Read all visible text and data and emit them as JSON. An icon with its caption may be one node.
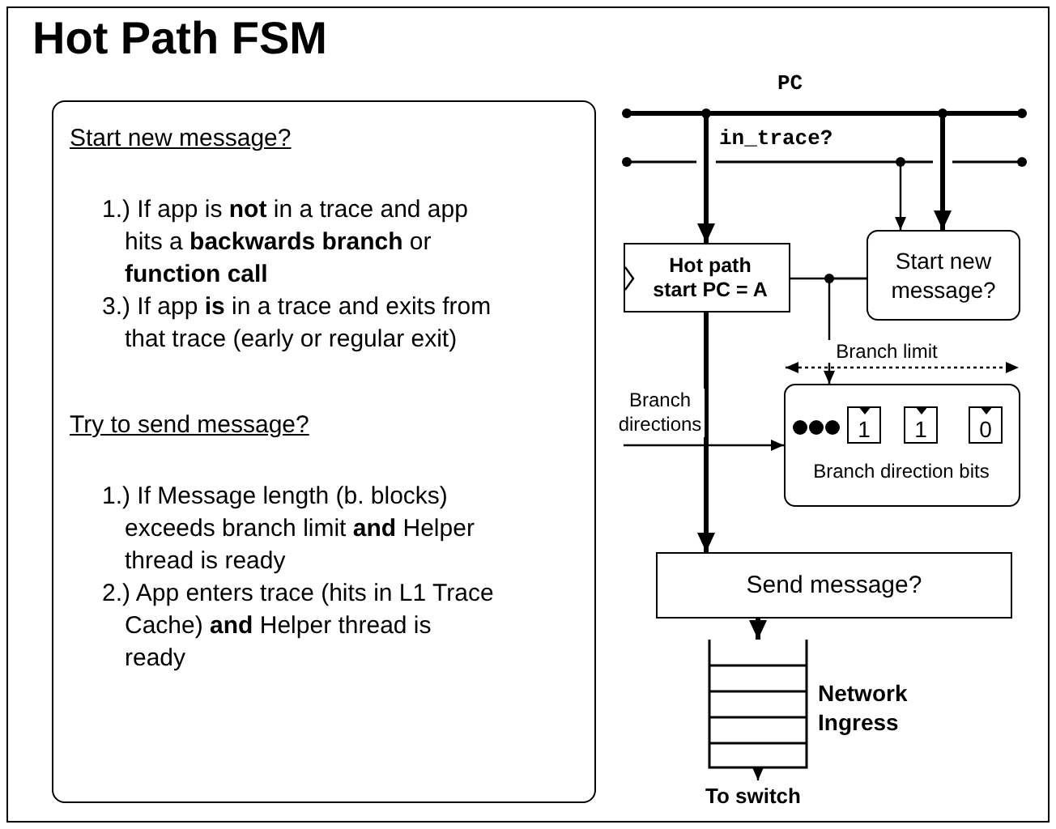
{
  "diagram": {
    "title": "Hot Path FSM",
    "nodes": [
      {
        "text": [
          "Start new message?",
          "1.) If app is **not** in a trace and app hits a **backwards branch** or **function call**",
          "3.) If app **is** in a trace and exits from that trace (early or regular exit)",
          "Try to send message?",
          "1.) If Message length (b. blocks) exceeds branch limit **and** Helper thread is ready",
          "2.) App enters trace (hits in L1 Trace Cache) **and** Helper thread is ready"
        ]
      },
      {
        "text": [
          "PC"
        ]
      },
      {
        "text": [
          "in_trace?"
        ]
      },
      {
        "text": [
          "Hot path start PC = A"
        ]
      },
      {
        "text": [
          "Start new message?"
        ]
      },
      {
        "text": [
          "Branch direction bits"
        ]
      },
      {
        "text": [
          "1"
        ],
        "in": 5
      },
      {
        "text": [
          "1"
        ],
        "in": 5
      },
      {
        "text": [
          "0"
        ],
        "in": 5
      },
      {
        "text": [
          "Send message?"
        ]
      },
      {
        "text": [
          "Network Ingress"
        ]
      },
      {
        "text": [
          "To switch"
        ]
      }
    ],
    "edges": [
      {
        "from": 1,
        "to": 3,
        "arrow": "to",
        "style": "thick"
      },
      {
        "from": 1,
        "to": 4,
        "arrow": "to",
        "style": "thick"
      },
      {
        "from": 2,
        "to": 4,
        "arrow": "to"
      },
      {
        "from": 4,
        "to": 3,
        "arrow": "none"
      },
      {
        "from": 4,
        "to": 5,
        "arrow": "to"
      },
      {
        "from": null,
        "to": 5,
        "arrow": "to",
        "label": "Branch directions"
      },
      {
        "from": 3,
        "to": 9,
        "arrow": "to",
        "style": "thick"
      },
      {
        "from": 9,
        "to": 10,
        "arrow": "to",
        "style": "thick"
      },
      {
        "from": 10,
        "to": 11,
        "arrow": "to"
      }
    ],
    "labels": [
      "Branch limit"
    ]
  }
}
